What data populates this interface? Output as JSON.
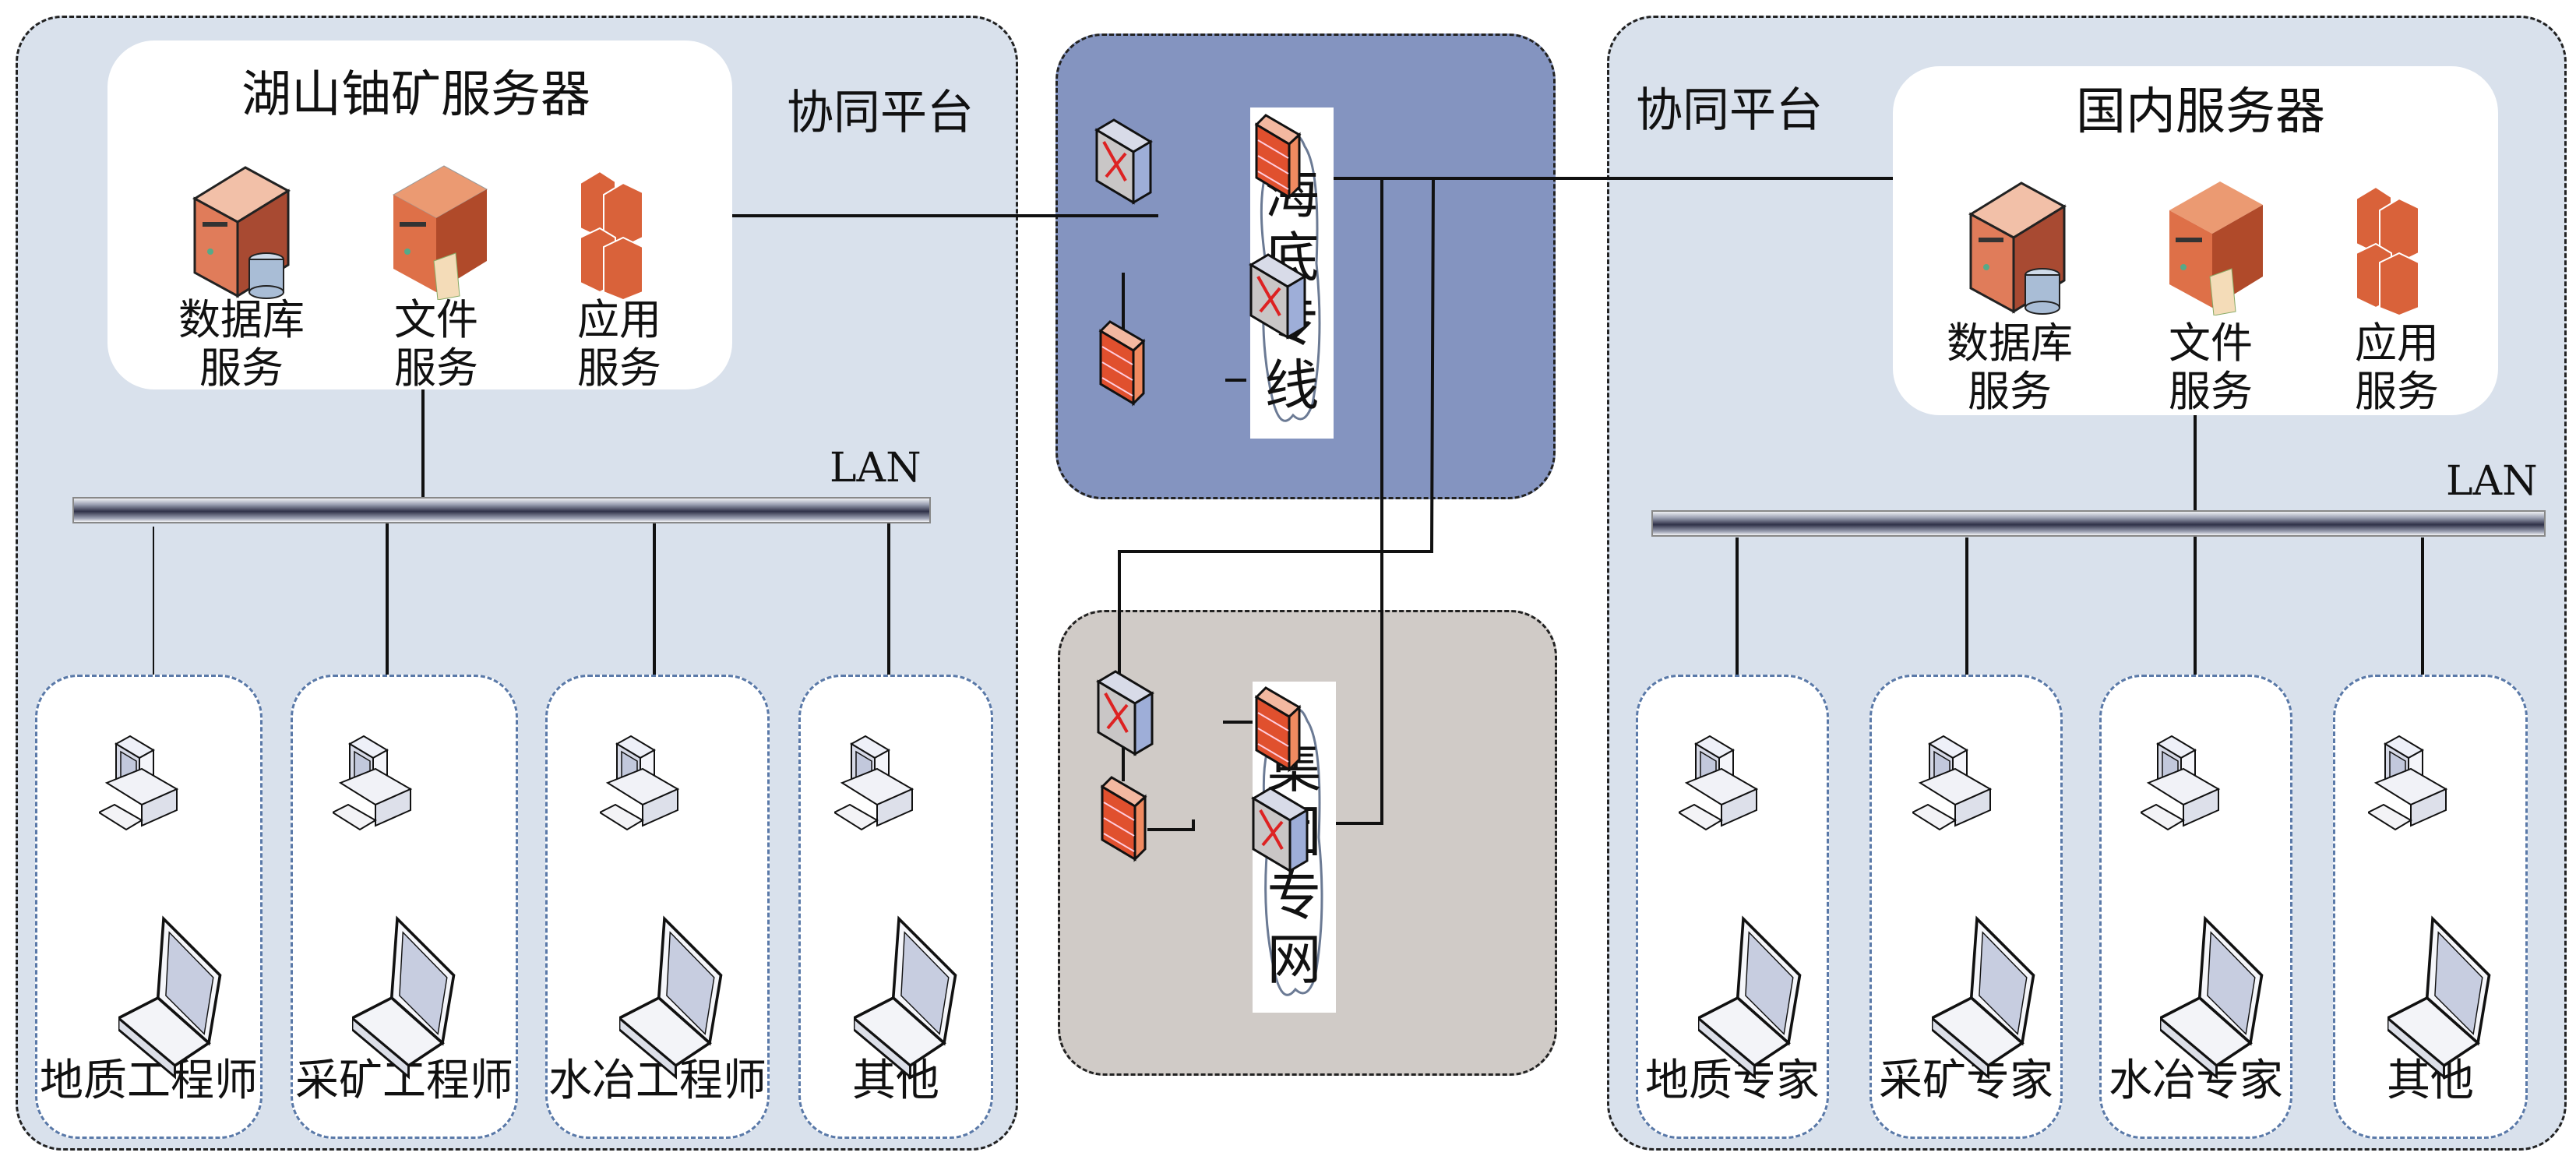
{
  "left_site": {
    "platform_label": "协同平台",
    "server_group_title": "湖山铀矿服务器",
    "services": [
      {
        "line1": "数据库",
        "line2": "服务",
        "icon": "database-server-icon"
      },
      {
        "line1": "文件",
        "line2": "服务",
        "icon": "file-server-icon"
      },
      {
        "line1": "应用",
        "line2": "服务",
        "icon": "application-server-icon"
      }
    ],
    "lan_label": "LAN",
    "clients": [
      {
        "label": "地质工程师"
      },
      {
        "label": "采矿工程师"
      },
      {
        "label": "水冶工程师"
      },
      {
        "label": "其他"
      }
    ]
  },
  "right_site": {
    "platform_label": "协同平台",
    "server_group_title": "国内服务器",
    "services": [
      {
        "line1": "数据库",
        "line2": "服务",
        "icon": "database-server-icon"
      },
      {
        "line1": "文件",
        "line2": "服务",
        "icon": "file-server-icon"
      },
      {
        "line1": "应用",
        "line2": "服务",
        "icon": "application-server-icon"
      }
    ],
    "lan_label": "LAN",
    "clients": [
      {
        "label": "地质专家"
      },
      {
        "label": "采矿专家"
      },
      {
        "label": "水冶专家"
      },
      {
        "label": "其他"
      }
    ]
  },
  "links": {
    "submarine": {
      "label_chars": [
        "海",
        "底",
        "专",
        "线"
      ]
    },
    "group_network": {
      "label_chars": [
        "集",
        "团",
        "专",
        "网"
      ]
    }
  },
  "colors": {
    "side_panel": "#d9e1ec",
    "submarine_panel": "#8494c0",
    "group_panel": "#d0cbc7",
    "server_orange": "#d9623a",
    "firewall_red": "#e0502e",
    "client_border": "#5a79a8"
  }
}
